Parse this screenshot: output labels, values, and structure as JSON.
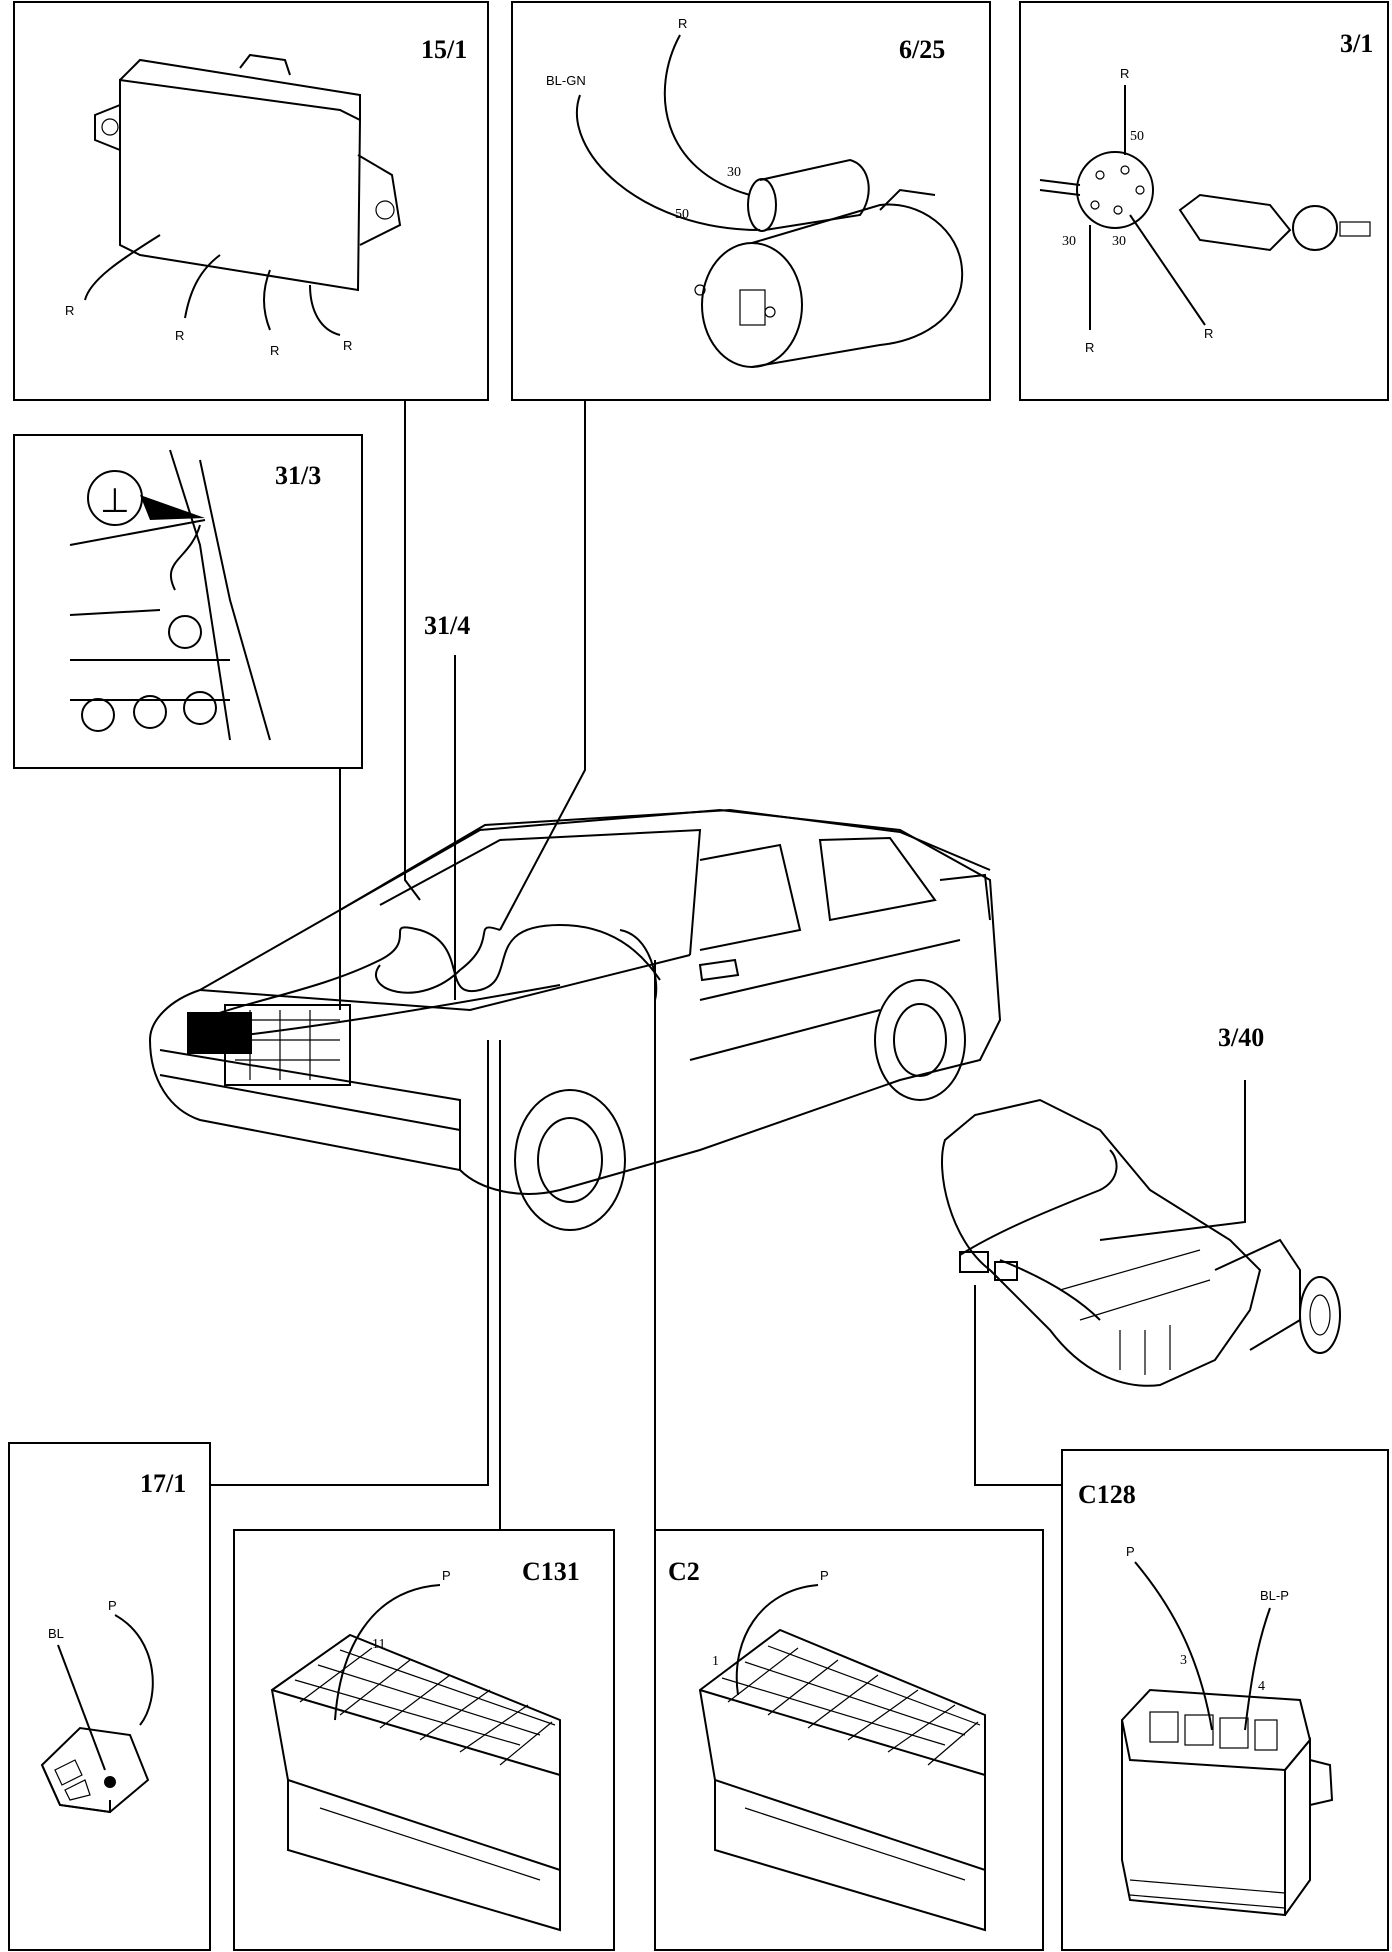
{
  "panels": {
    "p15_1": {
      "title": "15/1",
      "wires": [
        "R",
        "R",
        "R",
        "R"
      ]
    },
    "p6_25": {
      "title": "6/25",
      "wire_r": "R",
      "wire_blgn": "BL-GN",
      "pin30": "30",
      "pin50": "50"
    },
    "p3_1": {
      "title": "3/1",
      "wire_top": "R",
      "pin50": "50",
      "pin30a": "30",
      "pin30b": "30",
      "wire_bottom": "R",
      "wire_right": "R"
    },
    "p31_3": {
      "title": "31/3",
      "ground_symbol": "⊥"
    },
    "p31_4": {
      "title": "31/4"
    },
    "p3_40": {
      "title": "3/40"
    },
    "p17_1": {
      "title": "17/1",
      "wire_bl": "BL",
      "wire_p": "P"
    },
    "pC131": {
      "title": "C131",
      "wire_p": "P",
      "pin": "11"
    },
    "pC2": {
      "title": "C2",
      "wire_p": "P",
      "pin": "1"
    },
    "pC128": {
      "title": "C128",
      "wire_p": "P",
      "wire_blp": "BL-P",
      "pin3": "3",
      "pin4": "4"
    }
  },
  "icons": [
    "control-module-icon",
    "starter-motor-icon",
    "ignition-switch-icon",
    "ground-point-icon",
    "car-icon",
    "transmission-icon",
    "connector-icon"
  ]
}
